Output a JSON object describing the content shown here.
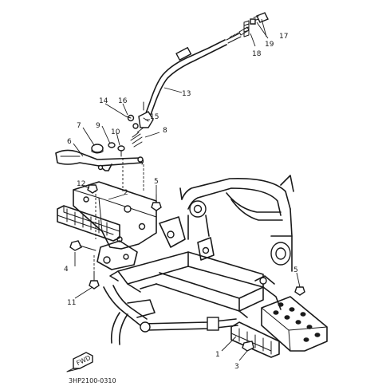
{
  "diagram": {
    "callouts": {
      "c1": "1",
      "c2": "2",
      "c3": "3",
      "c4": "4",
      "c5a": "5",
      "c5b": "5",
      "c6": "6",
      "c7": "7",
      "c8": "8",
      "c9": "9",
      "c10": "10",
      "c11": "11",
      "c12": "12",
      "c13": "13",
      "c14": "14",
      "c15": "15",
      "c16": "16",
      "c17": "17",
      "c18": "18",
      "c19": "19"
    },
    "fwd_label": "FWD",
    "figure_code": "3HP2100-0310"
  }
}
